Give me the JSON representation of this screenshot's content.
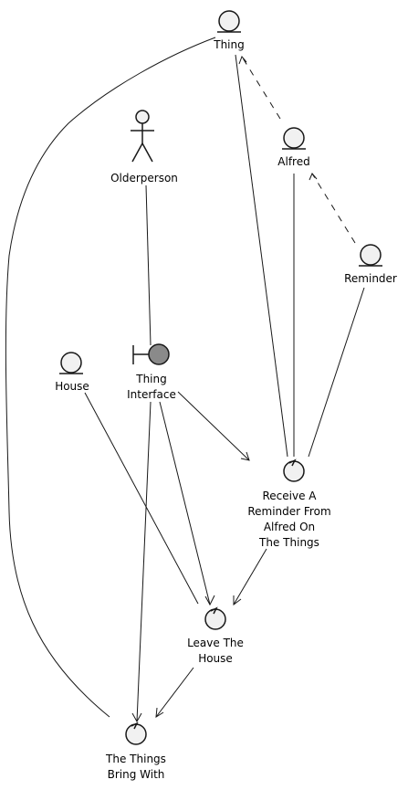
{
  "diagram": {
    "nodes": {
      "thing": {
        "label": "Thing",
        "type": "entity"
      },
      "alfred": {
        "label": "Alfred",
        "type": "entity"
      },
      "reminder": {
        "label": "Reminder",
        "type": "entity"
      },
      "olderperson": {
        "label": "Olderperson",
        "type": "actor"
      },
      "house": {
        "label": "House",
        "type": "entity"
      },
      "thing_interface": {
        "label_line1": "Thing",
        "label_line2": "Interface",
        "type": "boundary"
      },
      "receive_reminder": {
        "label_line1": "Receive A",
        "label_line2": "Reminder From",
        "label_line3": "Alfred On",
        "label_line4": "The Things",
        "type": "control"
      },
      "leave_house": {
        "label_line1": "Leave The",
        "label_line2": "House",
        "type": "control"
      },
      "things_bring": {
        "label_line1": "The Things",
        "label_line2": "Bring With",
        "type": "control"
      }
    }
  }
}
